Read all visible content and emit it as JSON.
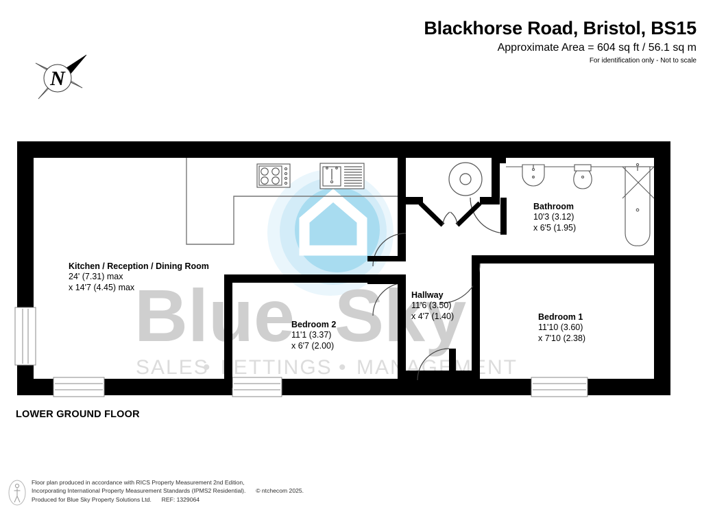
{
  "header": {
    "title": "Blackhorse Road, Bristol, BS15",
    "area": "Approximate Area = 604 sq ft / 56.1 sq m",
    "disclaimer": "For identification only - Not to scale"
  },
  "compass": {
    "label": "N",
    "name": "north-arrow"
  },
  "floor_caption": "LOWER GROUND FLOOR",
  "rooms": [
    {
      "id": "kitchen",
      "name": "Kitchen / Reception / Dining Room",
      "dim1": "24' (7.31) max",
      "dim2": "x 14'7 (4.45) max"
    },
    {
      "id": "bedroom2",
      "name": "Bedroom 2",
      "dim1": "11'1 (3.37)",
      "dim2": "x 6'7 (2.00)"
    },
    {
      "id": "hallway",
      "name": "Hallway",
      "dim1": "11'6 (3.50)",
      "dim2": "x 4'7 (1.40)"
    },
    {
      "id": "bathroom",
      "name": "Bathroom",
      "dim1": "10'3 (3.12)",
      "dim2": "x 6'5 (1.95)"
    },
    {
      "id": "bedroom1",
      "name": "Bedroom 1",
      "dim1": "11'10 (3.60)",
      "dim2": "x 7'10 (2.38)"
    }
  ],
  "watermark": {
    "brand_line1": "Blue",
    "brand_line2": "Sky",
    "tagline_1": "SALES",
    "tagline_dot": "•",
    "tagline_2": "LETTINGS",
    "tagline_3": "MANAGEMENT"
  },
  "footer": {
    "line1": "Floor plan produced in accordance with RICS Property Measurement 2nd Edition,",
    "line2a": "Incorporating International Property Measurement Standards (IPMS2 Residential).",
    "line2b": "© ntchecom 2025.",
    "line3a": "Produced for Blue Sky Property Solutions Ltd.",
    "line3b": "REF: 1329064"
  },
  "colors": {
    "wall": "#000000",
    "logo_blue": "#a8dcf0",
    "logo_blue_pale": "#d9eef8",
    "watermark_gray": "#cfcfcf",
    "watermark_gray_light": "#dcdcdc",
    "accent_yellow": "#fbe3a0",
    "accent_dot": "#f2d54e",
    "fixture_line": "#555555",
    "paper": "#ffffff"
  }
}
